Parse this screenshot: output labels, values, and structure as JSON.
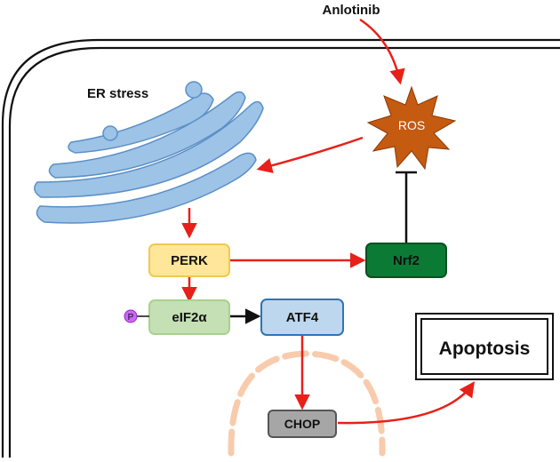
{
  "labels": {
    "drug": "Anlotinib",
    "er_stress": "ER stress",
    "ros": "ROS",
    "perk": "PERK",
    "nrf2": "Nrf2",
    "eif2a": "eIF2α",
    "phospho": "P",
    "atf4": "ATF4",
    "chop": "CHOP",
    "apoptosis": "Apoptosis"
  },
  "colors": {
    "arrow": "#e8201a",
    "ros_fill": "#c55a11",
    "er_fill": "#9dc3e6",
    "er_stroke": "#5b8fc7",
    "perk_fill": "#ffe699",
    "perk_stroke": "#f2c94c",
    "nrf2_fill": "#0b7a35",
    "eif2a_fill": "#c5e0b4",
    "eif2a_stroke": "#a9d18e",
    "atf4_fill": "#bdd7ee",
    "atf4_stroke": "#2e75b6",
    "chop_fill": "#a6a6a6",
    "phospho_fill": "#cc66ff",
    "nucleus": "#f8cbad"
  }
}
